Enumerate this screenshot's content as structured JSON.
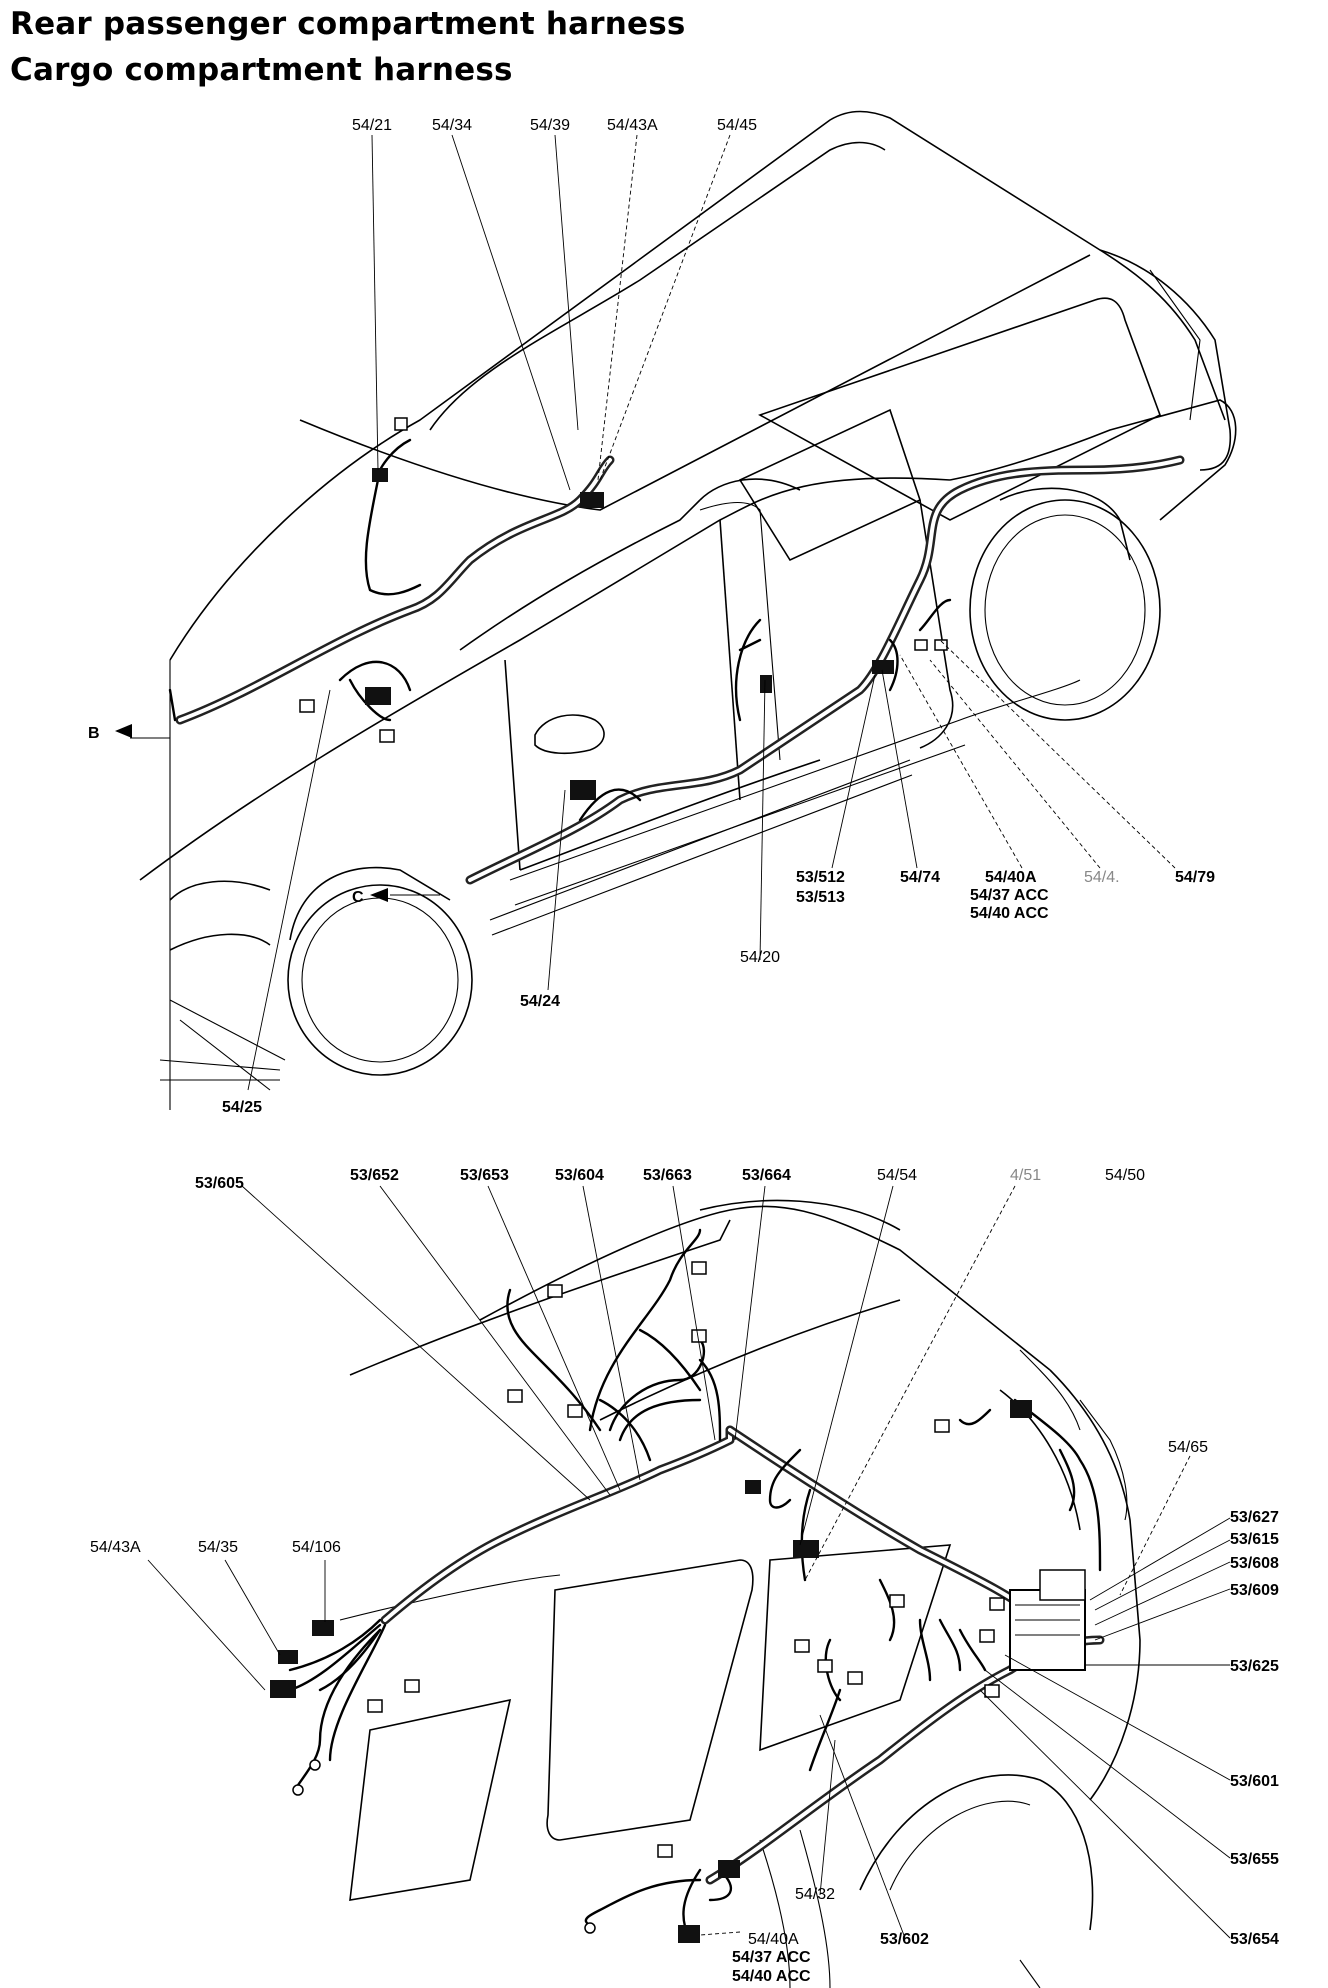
{
  "titles": {
    "rear": "Rear passenger compartment harness",
    "cargo": "Cargo compartment harness"
  },
  "top_diagram": {
    "labels": {
      "l_54_21": "54/21",
      "l_54_34": "54/34",
      "l_54_39": "54/39",
      "l_54_43A": "54/43A",
      "l_54_45": "54/45",
      "arrow_b": "B",
      "arrow_c": "C",
      "l_53_512": "53/512",
      "l_53_513": "53/513",
      "l_54_74": "54/74",
      "l_54_40A": "54/40A",
      "l_54_37acc": "54/37 ACC",
      "l_54_40acc": "54/40 ACC",
      "l_54_4x": "54/4.",
      "l_54_79": "54/79",
      "l_54_20": "54/20",
      "l_54_24": "54/24",
      "l_54_25": "54/25"
    }
  },
  "bottom_diagram": {
    "labels": {
      "l_53_605": "53/605",
      "l_53_652": "53/652",
      "l_53_653": "53/653",
      "l_53_604": "53/604",
      "l_53_663": "53/663",
      "l_53_664": "53/664",
      "l_54_54": "54/54",
      "l_54_51": "4/51",
      "l_54_50": "54/50",
      "l_54_65": "54/65",
      "l_53_627": "53/627",
      "l_53_615": "53/615",
      "l_53_608": "53/608",
      "l_53_609": "53/609",
      "l_53_625": "53/625",
      "l_53_601": "53/601",
      "l_53_655": "53/655",
      "l_53_654": "53/654",
      "l_53_602": "53/602",
      "l_54_32": "54/32",
      "l_54_40A": "54/40A",
      "l_54_37acc": "54/37 ACC",
      "l_54_40acc": "54/40 ACC",
      "l_54_43A": "54/43A",
      "l_54_35": "54/35",
      "l_54_106": "54/106"
    }
  }
}
